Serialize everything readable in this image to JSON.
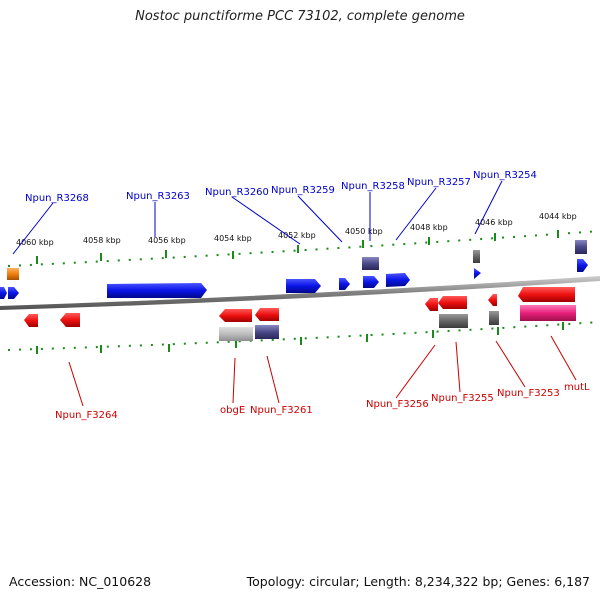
{
  "title": "Nostoc punctiforme PCC 73102, complete genome",
  "footer": {
    "accession": "Accession: NC_010628",
    "summary": "Topology: circular; Length: 8,234,322 bp; Genes: 6,187"
  },
  "scale_labels": [
    "4060 kbp",
    "4058 kbp",
    "4056 kbp",
    "4054 kbp",
    "4052 kbp",
    "4050 kbp",
    "4048 kbp",
    "4046 kbp",
    "4044 kbp"
  ],
  "reverse_genes": [
    "Npun_R3268",
    "Npun_R3263",
    "Npun_R3260",
    "Npun_R3259",
    "Npun_R3258",
    "Npun_R3257",
    "Npun_R3254"
  ],
  "forward_genes": [
    "Npun_F3264",
    "obgE",
    "Npun_F3261",
    "Npun_F3256",
    "Npun_F3255",
    "Npun_F3253",
    "mutL"
  ],
  "colors": {
    "reverse_label": "#0000cc",
    "forward_label": "#cc0000",
    "reverse_gene": "#0a14e6",
    "forward_gene": "#ee1111",
    "rna_gene": "#e8207a",
    "ticks": "#1a8a1a",
    "axis": "#888888"
  }
}
